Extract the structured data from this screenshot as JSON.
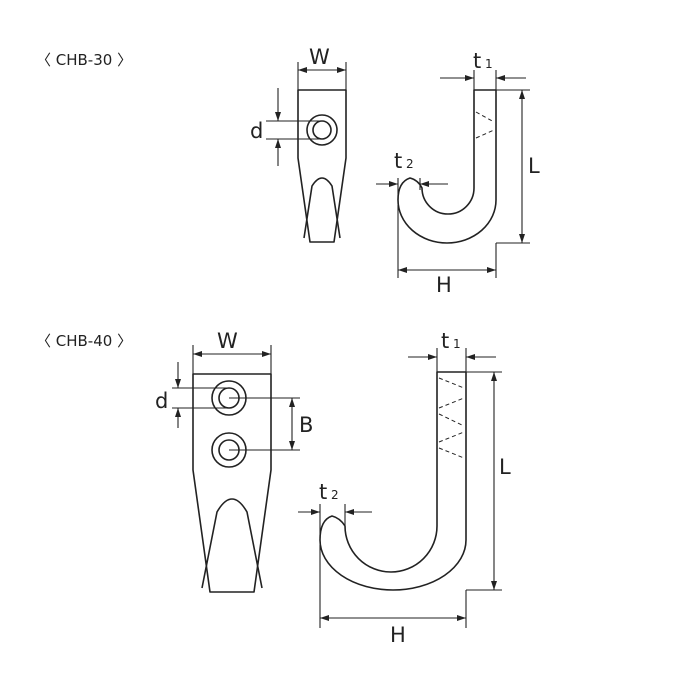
{
  "models": [
    {
      "label": "〈 CHB-30 〉",
      "dims": {
        "W": "W",
        "d": "d",
        "t1": "t",
        "t1_sub": "1",
        "t2": "t",
        "t2_sub": "2",
        "L": "L",
        "H": "H"
      }
    },
    {
      "label": "〈 CHB-40 〉",
      "dims": {
        "W": "W",
        "d": "d",
        "B": "B",
        "t1": "t",
        "t1_sub": "1",
        "t2": "t",
        "t2_sub": "2",
        "L": "L",
        "H": "H"
      }
    }
  ],
  "colors": {
    "line": "#222222",
    "background": "#ffffff"
  }
}
